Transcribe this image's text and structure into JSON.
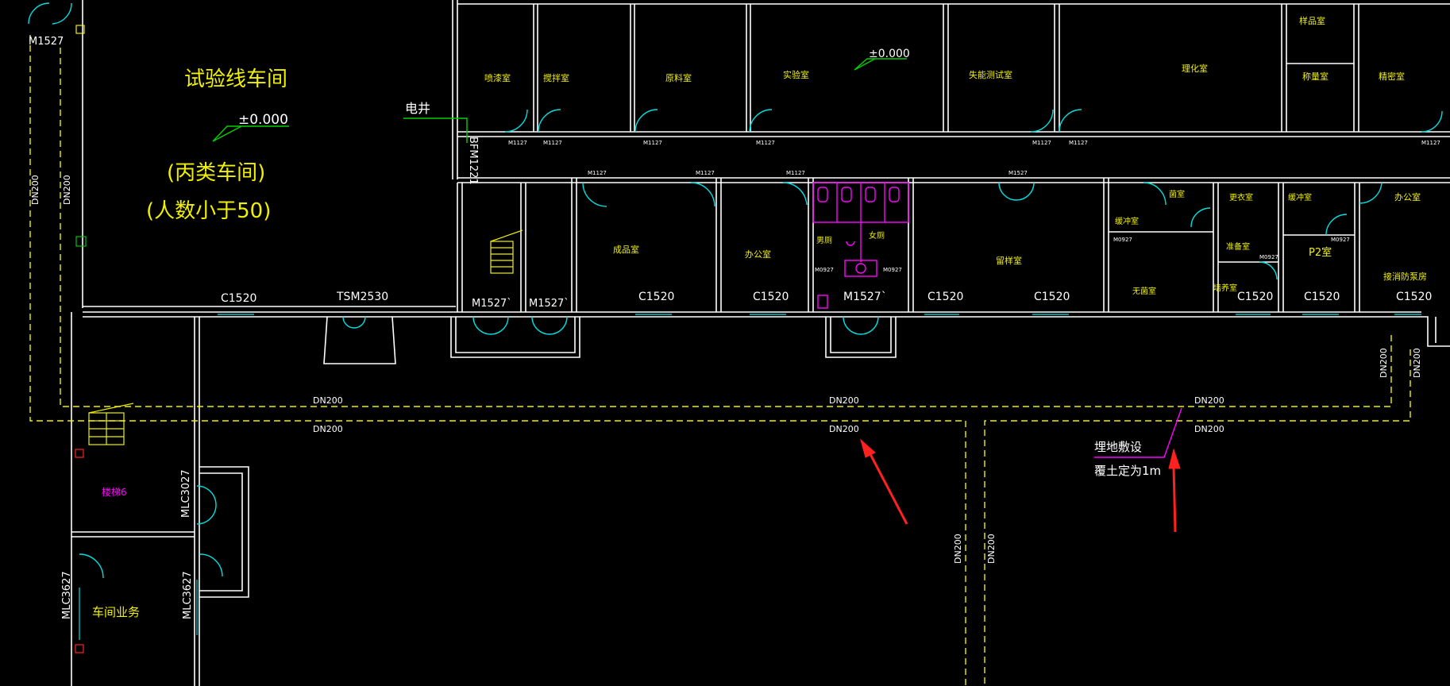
{
  "colors": {
    "background": "#000000",
    "wall": "#ffffff",
    "room_text": "#f0f000",
    "door": "#00e0e0",
    "window": "#00c0c0",
    "pipe": "#f0f000",
    "level_mark": "#00d000",
    "fixture": "#ff00ff",
    "arrow": "#ff2020",
    "column_marker": "#00c000"
  },
  "labels": {
    "workshop": "试验线车间",
    "workshop_class": "(丙类车间)",
    "workshop_people": "(人数小于50)",
    "elevation_main": "±0.000",
    "elevation_upper": "±0.000",
    "electric_shaft": "电井",
    "door_top_left": "M1527",
    "door_bfm": "BFM1221",
    "tsm": "TSM2530",
    "burial_line1": "埋地敷设",
    "burial_line2": "覆土定为1m",
    "stair6": "楼梯6",
    "shop_business": "车间业务",
    "mlc_a": "MLC3027",
    "mlc_b": "MLC3627",
    "mlc_c": "MLC3627"
  },
  "rooms_top": [
    {
      "name": "喷漆室"
    },
    {
      "name": "搅拌室"
    },
    {
      "name": "原料室"
    },
    {
      "name": "实验室"
    },
    {
      "name": "失能测试室"
    },
    {
      "name": "理化室"
    },
    {
      "name": "样品室"
    },
    {
      "name": "称量室"
    },
    {
      "name": "精密室"
    }
  ],
  "rooms_mid": [
    {
      "name": "成品室"
    },
    {
      "name": "办公室"
    },
    {
      "name": "男厕"
    },
    {
      "name": "女厕"
    },
    {
      "name": "留样室"
    },
    {
      "name": "菌室"
    },
    {
      "name": "缓冲室"
    },
    {
      "name": "更衣室"
    },
    {
      "name": "缓冲室"
    },
    {
      "name": "准备室"
    },
    {
      "name": "无菌室"
    },
    {
      "name": "培养室"
    },
    {
      "name": "P2室"
    },
    {
      "name": "办公室"
    },
    {
      "name": "接消防泵房"
    }
  ],
  "window_tags": {
    "w1": "C1520",
    "w2": "C1520",
    "w3": "C1520",
    "w4": "C1520",
    "w5": "C1520",
    "w6": "C1520",
    "w7": "C1520",
    "w8": "C1520"
  },
  "door_tags": {
    "d1": "M1527`",
    "d2": "M1527`",
    "d3": "M1527`",
    "small": "M1127",
    "m0927": "M0927",
    "m1527": "M1527"
  },
  "pipe_tags": {
    "h1": "DN200",
    "h2": "DN200",
    "h3": "DN200",
    "h4": "DN200",
    "h5": "DN200",
    "h6": "DN200",
    "v1": "DN200",
    "v2": "DN200",
    "v3": "DN200",
    "v4": "DN200",
    "v5": "DN200",
    "v6": "DN200"
  }
}
